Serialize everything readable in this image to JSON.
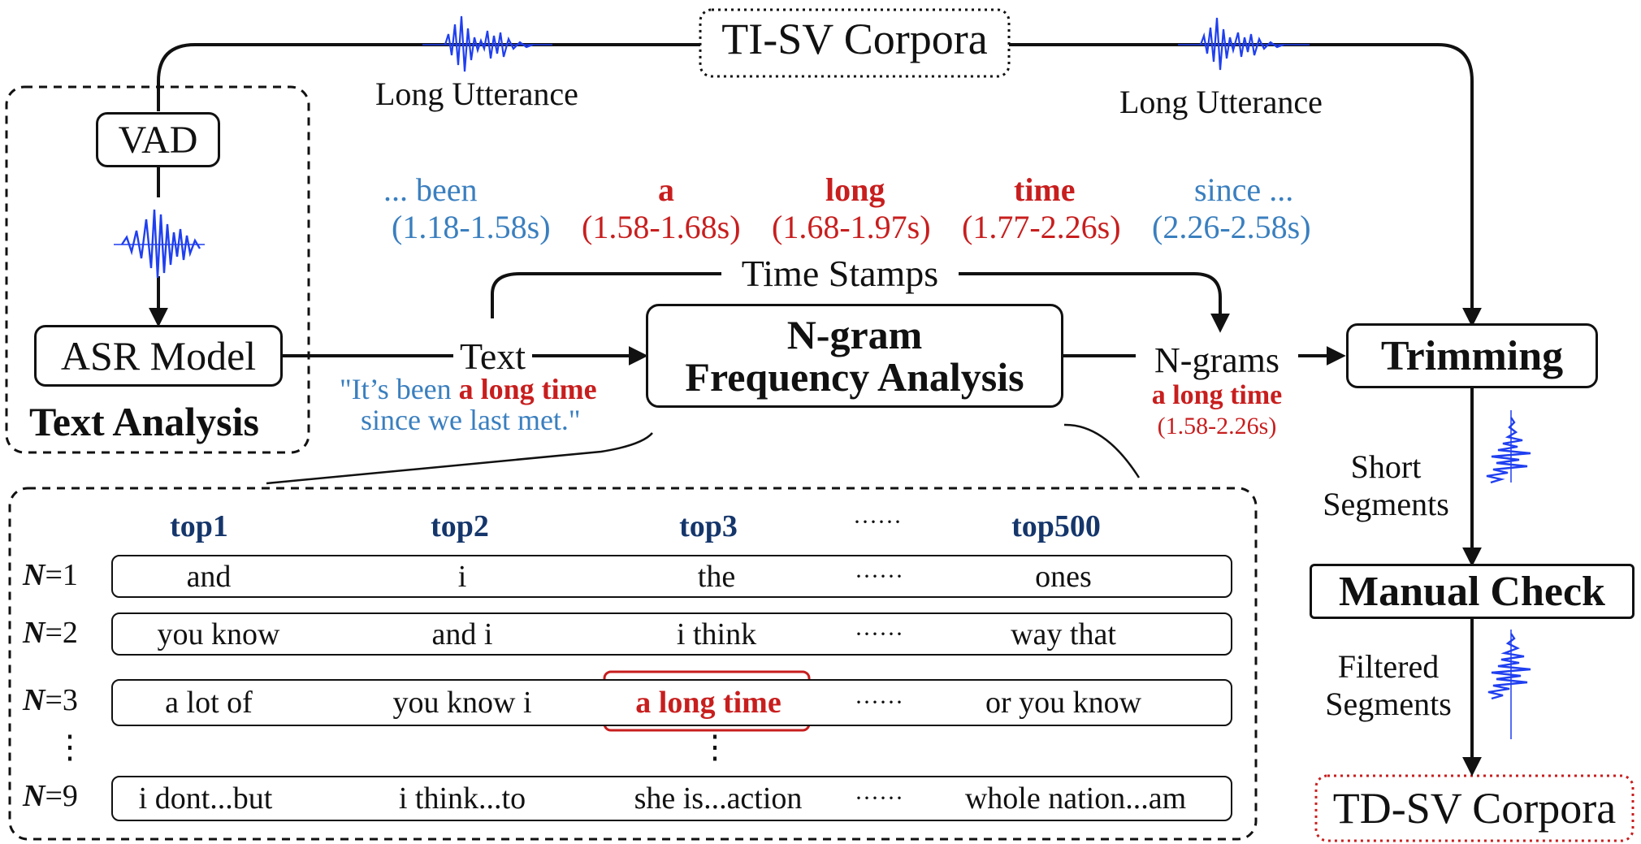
{
  "top": {
    "source_corpora": "TI-SV Corpora",
    "long_utterance_left": "Long Utterance",
    "long_utterance_right": "Long Utterance"
  },
  "text_analysis": {
    "vad": "VAD",
    "asr": "ASR Model",
    "label": "Text Analysis"
  },
  "words": [
    {
      "word": "... been",
      "time": "(1.18-1.58s)",
      "color": "#3a7fbf"
    },
    {
      "word": "a",
      "time": "(1.58-1.68s)",
      "color": "#c81e1e"
    },
    {
      "word": "long",
      "time": "(1.68-1.97s)",
      "color": "#c81e1e"
    },
    {
      "word": "time",
      "time": "(1.77-2.26s)",
      "color": "#c81e1e"
    },
    {
      "word": "since ...",
      "time": "(2.26-2.58s)",
      "color": "#3a7fbf"
    }
  ],
  "time_stamps": "Time Stamps",
  "text_node": {
    "label": "Text",
    "quote_pre": "\"It’s been",
    "quote_highlight": "a long time",
    "quote_post": "since we last met.\""
  },
  "ngram_box": {
    "line1": "N-gram",
    "line2": "Frequency Analysis"
  },
  "ngrams_node": {
    "label": "N-grams",
    "value": "a long time",
    "time": "(1.58-2.26s)"
  },
  "trimming": "Trimming",
  "short_segments": [
    "Short",
    "Segments"
  ],
  "manual_check": "Manual Check",
  "filtered_segments": [
    "Filtered",
    "Segments"
  ],
  "target_corpora": "TD-SV Corpora",
  "table": {
    "headers": [
      "top1",
      "top2",
      "top3",
      "······",
      "top500"
    ],
    "rows": [
      {
        "n": "1",
        "cells": [
          "and",
          "i",
          "the",
          "······",
          "ones"
        ]
      },
      {
        "n": "2",
        "cells": [
          "you know",
          "and i",
          "i think",
          "······",
          "way that"
        ]
      },
      {
        "n": "3",
        "cells": [
          "a lot of",
          "you know i",
          "a long time",
          "······",
          "or you know"
        ]
      },
      {
        "n": "9",
        "cells": [
          "i dont...but",
          "i think...to",
          "she is...action",
          "······",
          "whole nation...am"
        ]
      }
    ],
    "vdots": "⋮",
    "n_symbol": "N",
    "eq": "="
  }
}
